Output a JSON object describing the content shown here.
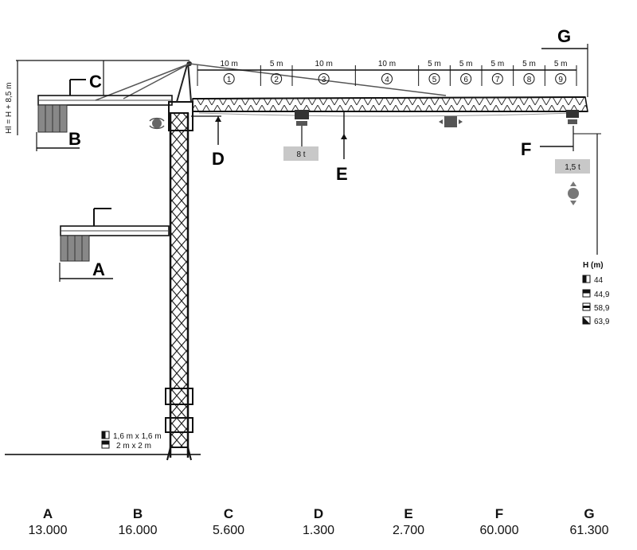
{
  "dimension_labels": {
    "A": "A",
    "B": "B",
    "C": "C",
    "D": "D",
    "E": "E",
    "F": "F",
    "G": "G"
  },
  "height_formula": "Hl = H + 8,5 m",
  "jib_segments": [
    {
      "length": "10 m",
      "index": "1"
    },
    {
      "length": "5 m",
      "index": "2"
    },
    {
      "length": "10 m",
      "index": "3"
    },
    {
      "length": "10 m",
      "index": "4"
    },
    {
      "length": "5 m",
      "index": "5"
    },
    {
      "length": "5 m",
      "index": "6"
    },
    {
      "length": "5 m",
      "index": "7"
    },
    {
      "length": "5 m",
      "index": "8"
    },
    {
      "length": "5 m",
      "index": "9"
    }
  ],
  "loads": {
    "max_load": "8 t",
    "tip_load": "1,5 t"
  },
  "height_legend": {
    "title": "H (m)",
    "items": [
      "44",
      "44,9",
      "58,9",
      "63,9"
    ]
  },
  "base_legend": {
    "items": [
      "1,6 m x 1,6 m",
      "2 m x 2 m"
    ]
  },
  "dimensions_table": [
    {
      "key": "A",
      "value": "13.000"
    },
    {
      "key": "B",
      "value": "16.000"
    },
    {
      "key": "C",
      "value": "5.600"
    },
    {
      "key": "D",
      "value": "1.300"
    },
    {
      "key": "E",
      "value": "2.700"
    },
    {
      "key": "F",
      "value": "60.000"
    },
    {
      "key": "G",
      "value": "61.300"
    }
  ]
}
